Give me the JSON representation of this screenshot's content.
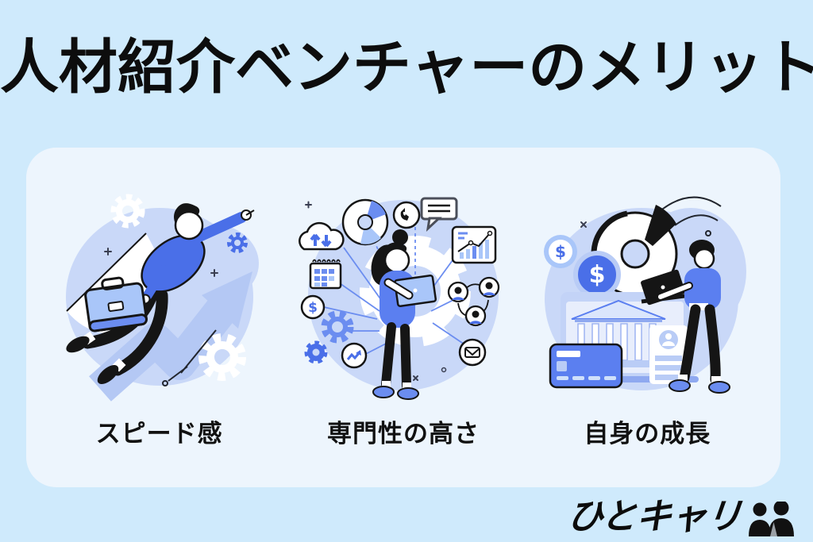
{
  "title": "人材紹介ベンチャーのメリット",
  "card": {
    "items": [
      {
        "caption": "スピード感",
        "illustration": "businessman-flying-up-with-briefcase",
        "elements": [
          "flying-businessman",
          "briefcase",
          "growth-arrow",
          "gear-icon",
          "sparkle",
          "speed-lines"
        ]
      },
      {
        "caption": "専門性の高さ",
        "illustration": "woman-with-laptop-surrounded-by-skill-icons",
        "elements": [
          "woman-with-laptop",
          "donut-chart-icon",
          "phone-icon",
          "speech-bubble-icon",
          "analytics-chart-icon",
          "cloud-upload-icon",
          "calendar-icon",
          "dollar-coin-icon",
          "gear-icon",
          "trend-icon",
          "people-network-icon",
          "envelope-icon",
          "large-gear-backdrop"
        ]
      },
      {
        "caption": "自身の成長",
        "illustration": "man-with-laptop-finance-growth",
        "elements": [
          "man-with-laptop",
          "donut-chart",
          "dollar-coin-icon",
          "bank-window",
          "id-card-panel",
          "credit-card"
        ]
      }
    ]
  },
  "logo": {
    "text": "ひとキャリ",
    "icon": "two-people-icon"
  },
  "glyphs": {
    "dollar": "$"
  },
  "colors": {
    "background": "#cfeafc",
    "card_background": "#edf5fd",
    "blob": "#c9d8f8",
    "arrow_light_blue": "#b4c8f4",
    "accent_blue": "#4a6fe8",
    "mid_blue": "#6b8df0",
    "light_blue": "#a9c6f9",
    "stripe_blue": "#b9ccf6",
    "ink": "#151515",
    "logo_gray": "#9aa0a6"
  }
}
